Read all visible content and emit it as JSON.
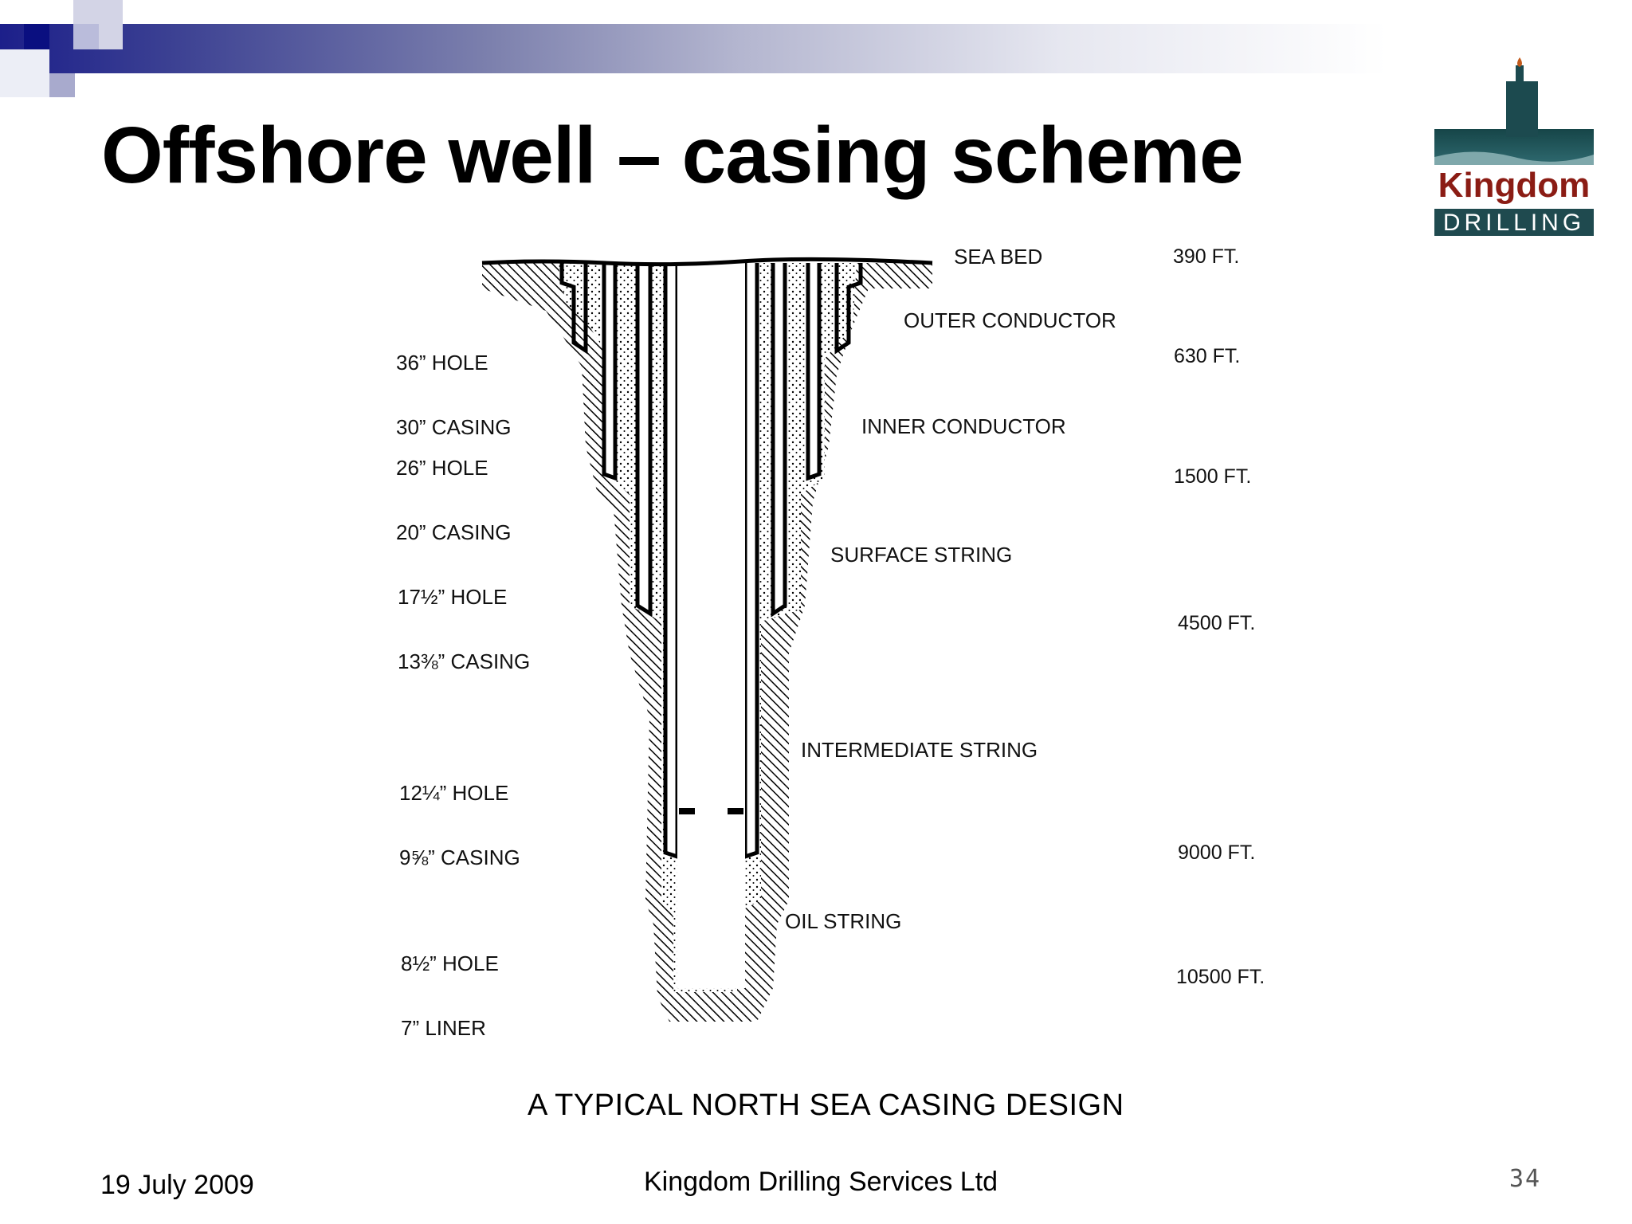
{
  "slide": {
    "title": "Offshore well – casing scheme",
    "caption": "A TYPICAL NORTH SEA CASING DESIGN",
    "footer": {
      "date": "19 July 2009",
      "company": "Kingdom Drilling Services Ltd",
      "page": "34"
    }
  },
  "logo": {
    "name": "Kingdom",
    "sub": "DRILLING",
    "colors": {
      "name": "#8b1c14",
      "band": "#1f4a4f"
    }
  },
  "diagram": {
    "left_labels": [
      {
        "hole": "36” HOLE",
        "casing": "30” CASING"
      },
      {
        "hole": "26” HOLE",
        "casing": "20” CASING"
      },
      {
        "hole": "17½” HOLE",
        "casing": "13⅜” CASING"
      },
      {
        "hole": "12¼” HOLE",
        "casing": "9⅝” CASING"
      },
      {
        "hole": "8½” HOLE",
        "casing": "7” LINER"
      }
    ],
    "right_labels": [
      "SEA BED",
      "OUTER CONDUCTOR",
      "INNER CONDUCTOR",
      "SURFACE STRING",
      "INTERMEDIATE STRING",
      "OIL STRING"
    ],
    "depths": [
      "390 FT.",
      "630 FT.",
      "1500 FT.",
      "4500 FT.",
      "9000 FT.",
      "10500 FT."
    ]
  }
}
